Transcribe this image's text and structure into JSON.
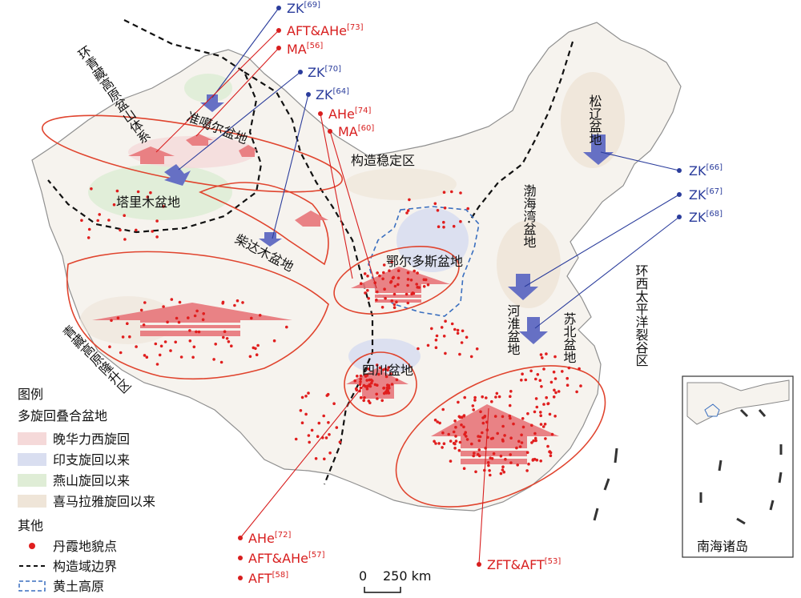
{
  "map": {
    "framework_labels": {
      "qinghai_tibet_mountains": "环青藏高原盆山体系",
      "qinghai_tibet_uplift": "青藏高原隆升区",
      "pacific_rift": "环西太平洋裂谷区",
      "stable_zone": "构造稳定区"
    },
    "basins": {
      "junggar": "准噶尔盆地",
      "tarim": "塔里木盆地",
      "qaidam": "柴达木盆地",
      "ordos": "鄂尔多斯盆地",
      "sichuan": "四川盆地",
      "songliao": "松辽盆地",
      "bohai_bay": "渤海湾盆地",
      "north_jiangsu": "苏北盆地",
      "hehuai": "河淮盆地"
    },
    "refs_top": [
      {
        "text": "ZK",
        "sup": "[69]",
        "color": "#2b3d9c"
      },
      {
        "text": "AFT&AHe",
        "sup": "[73]",
        "color": "#d81e1e"
      },
      {
        "text": "MA",
        "sup": "[56]",
        "color": "#d81e1e"
      },
      {
        "text": "ZK",
        "sup": "[70]",
        "color": "#2b3d9c"
      },
      {
        "text": "ZK",
        "sup": "[64]",
        "color": "#2b3d9c"
      },
      {
        "text": "AHe",
        "sup": "[74]",
        "color": "#d81e1e"
      },
      {
        "text": "MA",
        "sup": "[60]",
        "color": "#d81e1e"
      }
    ],
    "refs_right": [
      {
        "text": "ZK",
        "sup": "[66]",
        "color": "#2b3d9c"
      },
      {
        "text": "ZK",
        "sup": "[67]",
        "color": "#2b3d9c"
      },
      {
        "text": "ZK",
        "sup": "[68]",
        "color": "#2b3d9c"
      }
    ],
    "refs_bottom": [
      {
        "text": "AHe",
        "sup": "[72]",
        "color": "#d81e1e"
      },
      {
        "text": "AFT&AHe",
        "sup": "[57]",
        "color": "#d81e1e"
      },
      {
        "text": "AFT",
        "sup": "[58]",
        "color": "#d81e1e"
      },
      {
        "text": "ZFT&AFT",
        "sup": "[53]",
        "color": "#d81e1e"
      }
    ],
    "scale_bar": {
      "zero": "0",
      "distance": "250 km"
    },
    "inset_title": "南海诸岛"
  },
  "legend": {
    "title": "图例",
    "section1_title": "多旋回叠合盆地",
    "items": [
      {
        "label": "晚华力西旋回",
        "color": "#f5d9d9"
      },
      {
        "label": "印支旋回以来",
        "color": "#d9def0"
      },
      {
        "label": "燕山旋回以来",
        "color": "#dfedd6"
      },
      {
        "label": "喜马拉雅旋回以来",
        "color": "#efe5d8"
      }
    ],
    "section2_title": "其他",
    "other_items": [
      {
        "label": "丹霞地貌点",
        "symbol": "red-dot"
      },
      {
        "label": "构造域边界",
        "symbol": "black-dash"
      },
      {
        "label": "黄土高原",
        "symbol": "blue-dash-box"
      }
    ]
  },
  "colors": {
    "accent_red": "#d81e1e",
    "accent_blue": "#2b3d9c",
    "arrow_red": "#e8767a",
    "arrow_blue": "#6670c4"
  }
}
